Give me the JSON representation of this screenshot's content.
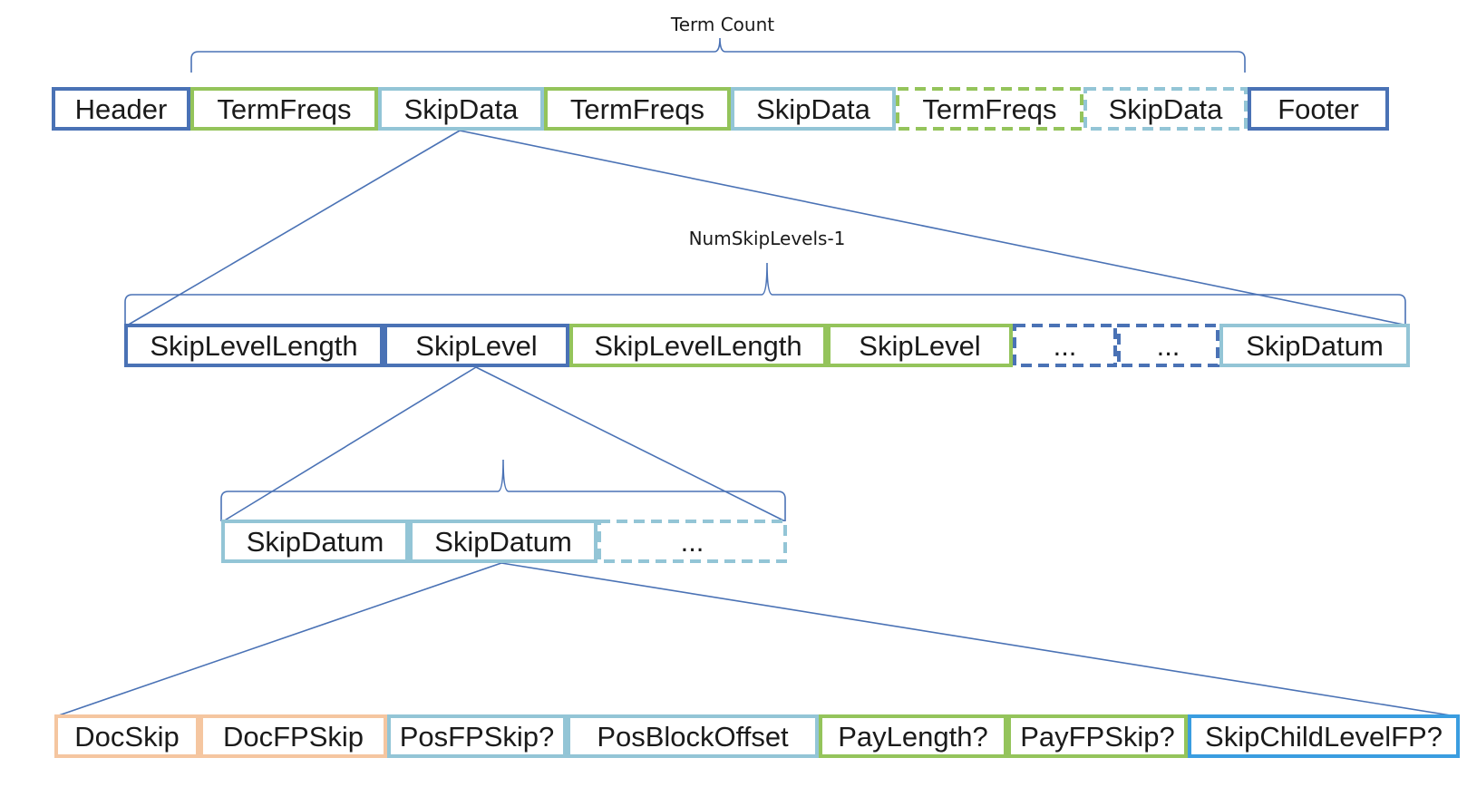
{
  "colors": {
    "dark_blue": "#4a72b5",
    "green": "#94c45b",
    "light_blue": "#93c5d6",
    "orange": "#f5c6a0",
    "bright_blue": "#3a9de0",
    "line": "#4a72b5"
  },
  "annotations": {
    "term_count": "Term Count",
    "num_skip_levels": "NumSkipLevels-1"
  },
  "rows": [
    {
      "name": "postings",
      "cells": [
        {
          "label": "Header",
          "color": "dark_blue",
          "dashed": false
        },
        {
          "label": "TermFreqs",
          "color": "green",
          "dashed": false
        },
        {
          "label": "SkipData",
          "color": "light_blue",
          "dashed": false
        },
        {
          "label": "TermFreqs",
          "color": "green",
          "dashed": false
        },
        {
          "label": "SkipData",
          "color": "light_blue",
          "dashed": false
        },
        {
          "label": "TermFreqs",
          "color": "green",
          "dashed": true
        },
        {
          "label": "SkipData",
          "color": "light_blue",
          "dashed": true
        },
        {
          "label": "Footer",
          "color": "dark_blue",
          "dashed": false
        }
      ]
    },
    {
      "name": "skip-data",
      "cells": [
        {
          "label": "SkipLevelLength",
          "color": "dark_blue",
          "dashed": false
        },
        {
          "label": "SkipLevel",
          "color": "dark_blue",
          "dashed": false
        },
        {
          "label": "SkipLevelLength",
          "color": "green",
          "dashed": false
        },
        {
          "label": "SkipLevel",
          "color": "green",
          "dashed": false
        },
        {
          "label": "...",
          "color": "dark_blue",
          "dashed": true
        },
        {
          "label": "...",
          "color": "dark_blue",
          "dashed": true
        },
        {
          "label": "SkipDatum",
          "color": "light_blue",
          "dashed": false
        }
      ]
    },
    {
      "name": "skip-level",
      "cells": [
        {
          "label": "SkipDatum",
          "color": "light_blue",
          "dashed": false
        },
        {
          "label": "SkipDatum",
          "color": "light_blue",
          "dashed": false
        },
        {
          "label": "...",
          "color": "light_blue",
          "dashed": true
        }
      ]
    },
    {
      "name": "skip-datum",
      "cells": [
        {
          "label": "DocSkip",
          "color": "orange",
          "dashed": false
        },
        {
          "label": "DocFPSkip",
          "color": "orange",
          "dashed": false
        },
        {
          "label": "PosFPSkip?",
          "color": "light_blue",
          "dashed": false
        },
        {
          "label": "PosBlockOffset",
          "color": "light_blue",
          "dashed": false
        },
        {
          "label": "PayLength?",
          "color": "green",
          "dashed": false
        },
        {
          "label": "PayFPSkip?",
          "color": "green",
          "dashed": false
        },
        {
          "label": "SkipChildLevelFP?",
          "color": "bright_blue",
          "dashed": false
        }
      ]
    }
  ]
}
